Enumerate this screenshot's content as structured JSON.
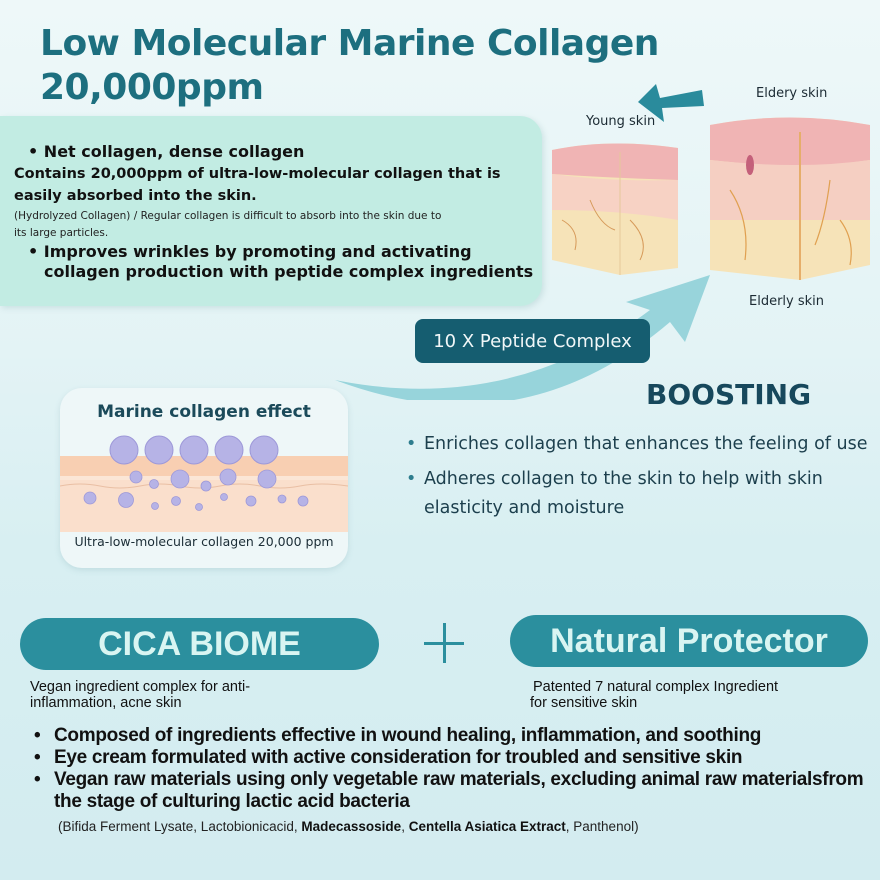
{
  "header": {
    "title_line1": "Low Molecular Marine Collagen",
    "title_line2": "20,000ppm"
  },
  "info_box": {
    "bullet1": "Net collagen, dense collagen",
    "sub_bold_line1": "Contains 20,000ppm of ultra-low-molecular collagen that is",
    "sub_bold_line2": "easily absorbed into the skin.",
    "small_line1": "(Hydrolyzed Collagen) / Regular collagen is difficult to absorb into the skin due to",
    "small_line2": "its large particles.",
    "bullet2_line1": "Improves wrinkles by promoting and activating",
    "bullet2_line2": "collagen production with peptide complex ingredients",
    "bg_color": "#c2ece3"
  },
  "skin_diagram": {
    "young_label": "Young skin",
    "eldery_label": "Eldery skin",
    "elderly_label": "Elderly skin",
    "arrow_color": "#2a8b9c"
  },
  "peptide_badge": {
    "label": "10 X Peptide Complex",
    "color": "#155d70"
  },
  "effect_card": {
    "title": "Marine collagen effect",
    "caption": "Ultra-low-molecular collagen 20,000 ppm",
    "particle_color": "#b6b3e6"
  },
  "boosting": {
    "title": "BOOSTING",
    "items": [
      "Enriches collagen that enhances the feeling of use",
      "Adheres collagen to the skin to help with skin elasticity and moisture"
    ]
  },
  "ingredients_row": {
    "left": {
      "label": "CICA BIOME",
      "desc_line1": "Vegan ingredient complex for anti-",
      "desc_line2": "inflammation, acne skin"
    },
    "plus": "+",
    "right": {
      "label": "Natural Protector",
      "desc_line1": "Patented 7 natural complex Ingredient",
      "desc_line2": "for sensitive skin"
    },
    "pill_color": "#2b8f9e"
  },
  "features": {
    "items": [
      "Composed of ingredients effective in wound healing, inflammation, and soothing",
      "Eye cream formulated with active consideration for troubled and sensitive skin",
      "Vegan raw materials using only vegetable raw materials, excluding animal raw materialsfrom the stage of culturing lactic acid bacteria"
    ],
    "ingredients": {
      "open": "(Bifida Ferment Lysate, Lactobionicacid, ",
      "bold1": "Madecassoside",
      "sep": ", ",
      "bold2": "Centella Asiatica Extract",
      "close": ", Panthenol)"
    }
  }
}
